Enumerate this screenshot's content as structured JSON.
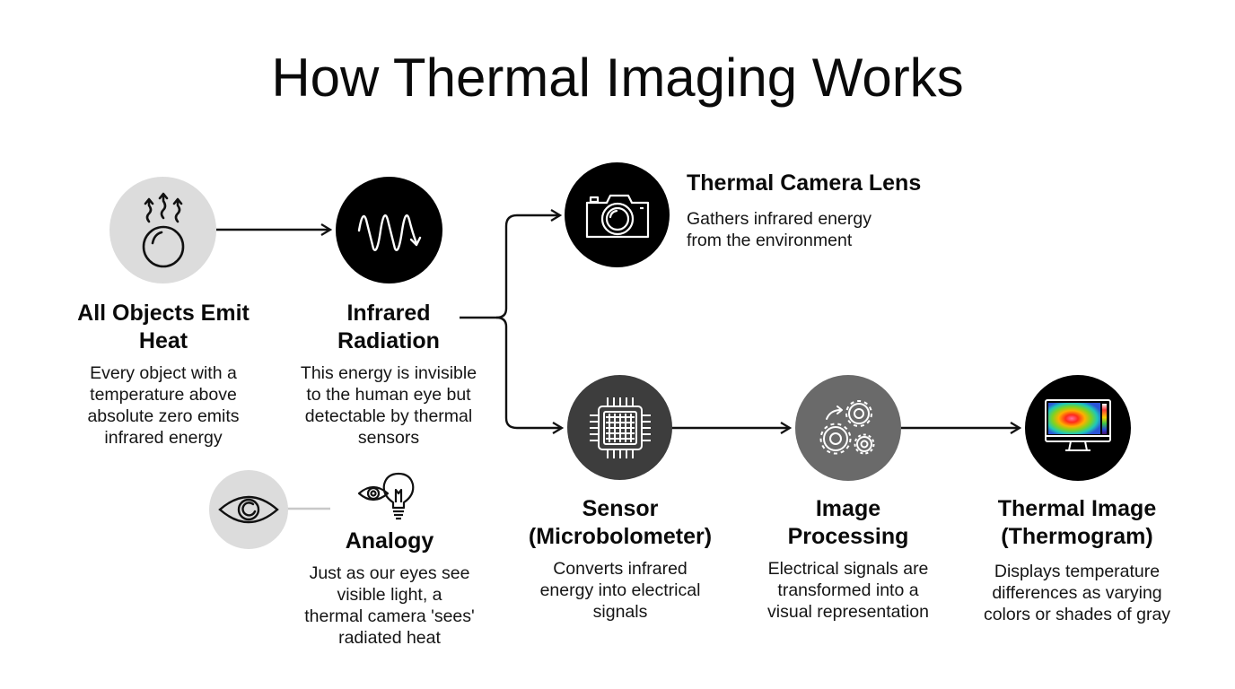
{
  "title": "How Thermal Imaging Works",
  "steps": {
    "emit": {
      "icon": "heat-emitting-sphere-icon",
      "title_line1": "All Objects Emit",
      "title_line2": "Heat",
      "desc": [
        "Every object with a",
        "temperature above",
        "absolute zero emits",
        "infrared energy"
      ]
    },
    "radiation": {
      "icon": "infrared-wave-icon",
      "title_line1": "Infrared",
      "title_line2": "Radiation",
      "desc": [
        "This energy is invisible",
        "to the human eye but",
        "detectable by thermal",
        "sensors"
      ]
    },
    "lens": {
      "icon": "camera-icon",
      "title": "Thermal Camera Lens",
      "desc": [
        "Gathers infrared energy",
        "from the environment"
      ]
    },
    "sensor": {
      "icon": "microchip-icon",
      "title_line1": "Sensor",
      "title_line2": "(Microbolometer)",
      "desc": [
        "Converts infrared",
        "energy into electrical",
        "signals"
      ]
    },
    "processing": {
      "icon": "gears-icon",
      "title_line1": "Image",
      "title_line2": "Processing",
      "desc": [
        "Electrical signals are",
        "transformed into a",
        "visual representation"
      ]
    },
    "thermogram": {
      "icon": "thermal-monitor-icon",
      "title_line1": "Thermal Image",
      "title_line2": "(Thermogram)",
      "desc": [
        "Displays temperature",
        "differences as varying",
        "colors or shades of gray"
      ]
    },
    "analogy": {
      "icon": "eye-icon",
      "secondary_icon": "eye-lightbulb-icon",
      "title": "Analogy",
      "desc": [
        "Just as our eyes see",
        "visible light, a",
        "thermal camera 'sees'",
        "radiated heat"
      ]
    }
  },
  "colors": {
    "light_node": "#dcdcdc",
    "black_node": "#000000",
    "dark_node": "#3d3d3d",
    "mid_node": "#6a6a6a",
    "line": "#111111",
    "analogy_line": "#c8c8c8"
  }
}
